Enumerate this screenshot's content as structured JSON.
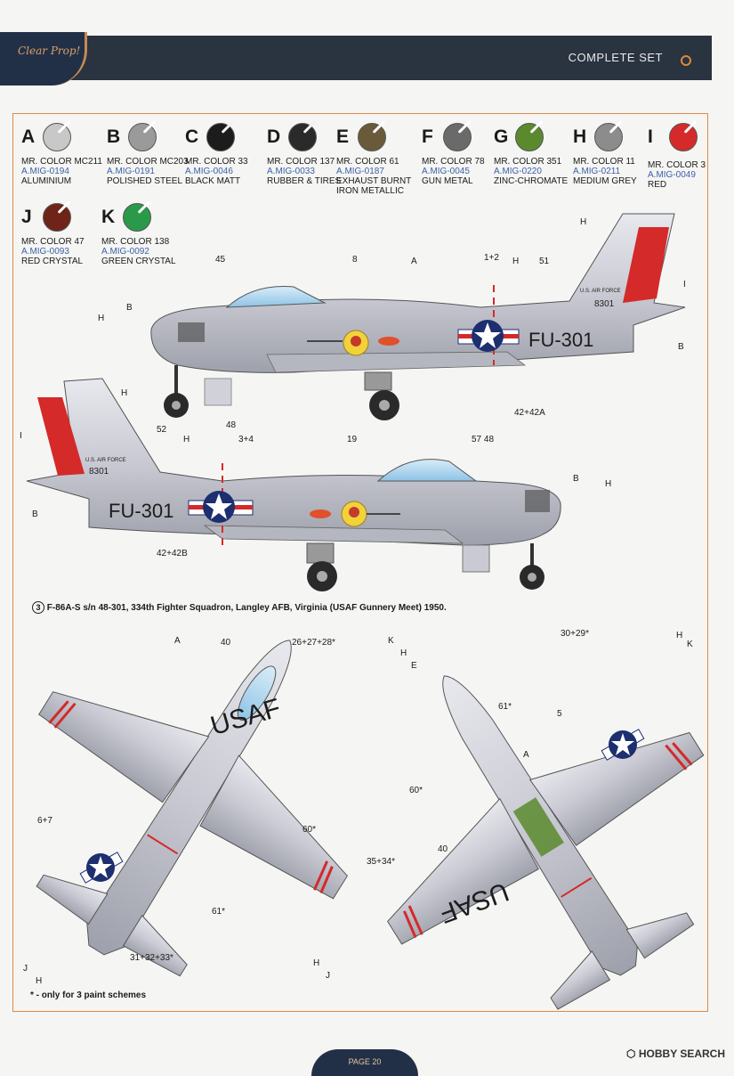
{
  "header": {
    "title": "COMPLETE SET",
    "logo": "Clear Prop!"
  },
  "colors": [
    {
      "letter": "A",
      "mr": "MR. COLOR MC211",
      "amig": "A.MIG-0194",
      "name": "ALUMINIUM",
      "name2": "",
      "hex": "#c8c8c8"
    },
    {
      "letter": "B",
      "mr": "MR. COLOR MC203",
      "amig": "A.MIG-0191",
      "name": "POLISHED STEEL",
      "name2": "",
      "hex": "#9a9a9a"
    },
    {
      "letter": "C",
      "mr": "MR. COLOR 33",
      "amig": "A.MIG-0046",
      "name": "BLACK MATT",
      "name2": "",
      "hex": "#1c1c1c"
    },
    {
      "letter": "D",
      "mr": "MR. COLOR 137",
      "amig": "A.MIG-0033",
      "name": "RUBBER & TIRES",
      "name2": "",
      "hex": "#2a2a2a"
    },
    {
      "letter": "E",
      "mr": "MR. COLOR 61",
      "amig": "A.MIG-0187",
      "name": "EXHAUST BURNT",
      "name2": "IRON METALLIC",
      "hex": "#6b5a3a"
    },
    {
      "letter": "F",
      "mr": "MR. COLOR 78",
      "amig": "A.MIG-0045",
      "name": "GUN METAL",
      "name2": "",
      "hex": "#6a6a6a"
    },
    {
      "letter": "G",
      "mr": "MR. COLOR 351",
      "amig": "A.MIG-0220",
      "name": "ZINC-CHROMATE",
      "name2": "",
      "hex": "#5b8a2e"
    },
    {
      "letter": "H",
      "mr": "MR. COLOR 11",
      "amig": "A.MIG-0211",
      "name": "MEDIUM GREY",
      "name2": "",
      "hex": "#8c8c8c"
    },
    {
      "letter": "I",
      "mr": "MR. COLOR 3",
      "amig": "A.MIG-0049",
      "name": "RED",
      "name2": "",
      "hex": "#d42a2a"
    },
    {
      "letter": "J",
      "mr": "MR. COLOR 47",
      "amig": "A.MIG-0093",
      "name": "RED CRYSTAL",
      "name2": "",
      "hex": "#6e2418"
    },
    {
      "letter": "K",
      "mr": "MR. COLOR 138",
      "amig": "A.MIG-0092",
      "name": "GREEN CRYSTAL",
      "name2": "",
      "hex": "#2a9a4a"
    }
  ],
  "aircraft": {
    "side_code": "FU-301",
    "tail_text": "U.S. AIR FORCE",
    "tail_serial": "8301",
    "wing_text": "USAF"
  },
  "callouts": {
    "top": [
      "45",
      "8",
      "A",
      "1+2",
      "H",
      "51",
      "H",
      "I",
      "B",
      "H",
      "B",
      "48",
      "42+42A"
    ],
    "middle": [
      "H",
      "I",
      "52",
      "H",
      "3+4",
      "19",
      "57 48",
      "B",
      "H",
      "B",
      "42+42B"
    ],
    "bottom": [
      "A",
      "40",
      "26+27+28*",
      "K",
      "H",
      "E",
      "61*",
      "30+29*",
      "H",
      "K",
      "5",
      "60*",
      "A",
      "6+7",
      "60*",
      "40",
      "35+34*",
      "61*",
      "31+32+33*",
      "H",
      "J",
      "H",
      "J"
    ]
  },
  "caption": "F-86A-S s/n 48-301, 334th Fighter Squadron, Langley AFB, Virginia (USAF Gunnery Meet) 1950.",
  "caption_number": "3",
  "footnote": "* - only for 3 paint schemes",
  "page": "PAGE 20",
  "watermark": "HOBBY SEARCH"
}
